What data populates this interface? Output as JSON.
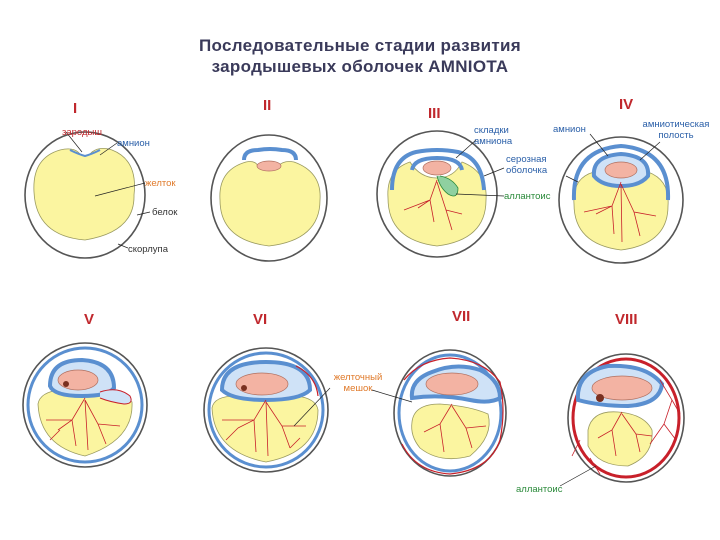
{
  "title": {
    "line1": "Последовательные стадии развития",
    "line2": "зародышевых оболочек AMNIOTA"
  },
  "stages": [
    "I",
    "II",
    "III",
    "IV",
    "V",
    "VI",
    "VII",
    "VIII"
  ],
  "labels": {
    "embryo": "зародыш",
    "amnion": "амнион",
    "yolk": "желток",
    "albumen": "белок",
    "shell": "скорлупа",
    "amnion_folds_1": "складки",
    "amnion_folds_2": "амниона",
    "serosa_1": "серозная",
    "serosa_2": "оболочка",
    "allantois": "аллантоис",
    "amnion_iv": "амнион",
    "amniotic_cavity_1": "амниотическая",
    "amniotic_cavity_2": "полость",
    "yolk_sac_1": "желточный",
    "yolk_sac_2": "мешок",
    "allantois_bottom": "аллантоис"
  },
  "colors": {
    "title": "#3a3a5a",
    "stage_numeral": "#c0282d",
    "yolk": "#fbf5a0",
    "shell_outline": "#555555",
    "membrane": "#5a8fd0",
    "vessels": "#c8202a",
    "embryo": "#f3b3a3"
  }
}
